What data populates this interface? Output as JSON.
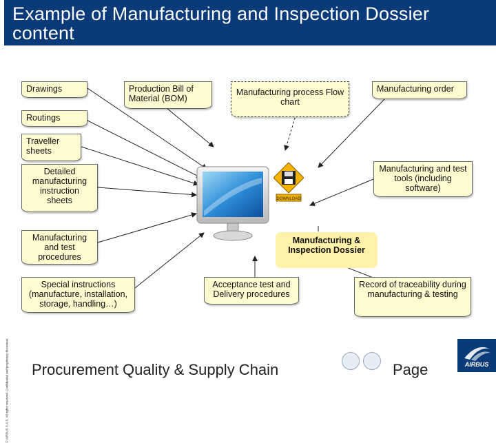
{
  "slide": {
    "title": "Example of Manufacturing and Inspection Dossier content"
  },
  "diagram": {
    "central": "Manufacturing & Inspection Dossier",
    "boxes": {
      "drawings": "Drawings",
      "bom": "Production Bill of Material (BOM)",
      "flow_chart": "Manufacturing process Flow chart",
      "mfg_order": "Manufacturing order",
      "routings": "Routings",
      "traveller": "Traveller sheets",
      "detailed": "Detailed manufacturing instruction sheets",
      "tools": "Manufacturing and test tools (including software)",
      "procedures": "Manufacturing and test procedures",
      "special": "Special instructions (manufacture, installation, storage, handling…)",
      "acceptance": "Acceptance test and Delivery procedures",
      "traceability": "Record of traceability during manufacturing & testing"
    },
    "floppy_label": "DOWNLOAD"
  },
  "footer": {
    "text": "Procurement Quality & Supply Chain",
    "page_label": "Page",
    "side_note": "© AIRBUS S.A.S. All rights reserved. Confidential and proprietary document."
  },
  "logo": {
    "text": "AIRBUS"
  },
  "colors": {
    "header": "#0b3a78",
    "box_fill": "#fffbd0",
    "central_fill": "#fff2a8"
  }
}
